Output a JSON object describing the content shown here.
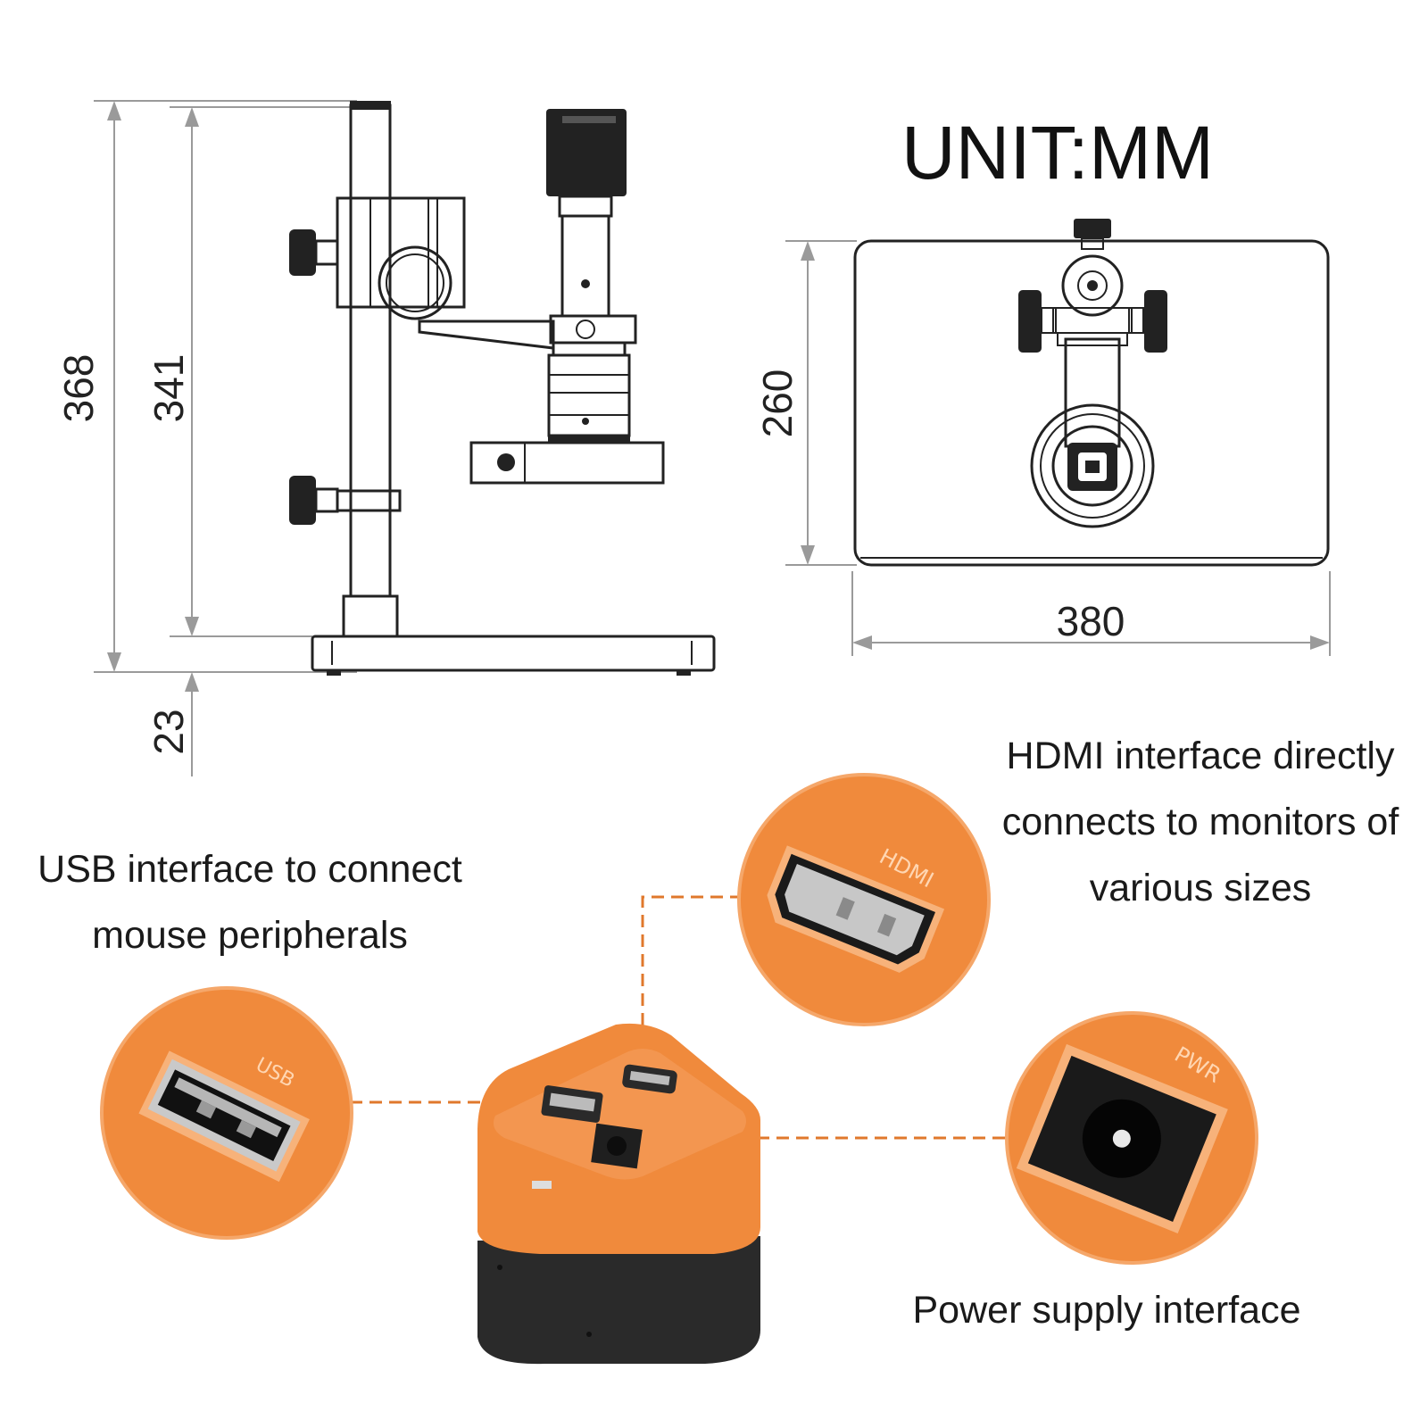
{
  "title": "UNIT:MM",
  "dimensions": {
    "total_height": "368",
    "column_height": "341",
    "base_height": "23",
    "base_depth": "260",
    "base_width": "380"
  },
  "callouts": {
    "hdmi": [
      "HDMI interface directly",
      "connects to monitors of",
      "various sizes"
    ],
    "usb": [
      "USB interface to connect",
      "mouse peripherals"
    ],
    "power": "Power supply interface"
  },
  "port_labels": {
    "usb": "USB",
    "hdmi": "HDMI",
    "power": "PWR"
  },
  "colors": {
    "accent_orange": "#f08a3c",
    "body_black": "#2a2a2a",
    "dashed_leader": "#e0782c",
    "dimension_gray": "#9a9a9a"
  }
}
